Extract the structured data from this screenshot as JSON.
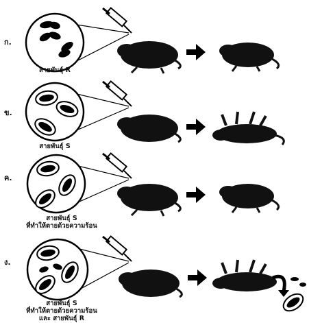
{
  "panels": [
    {
      "marker": "ก.",
      "caption_lines": [
        "สายพันธุ์ R"
      ],
      "bacteria_type": "R",
      "outcome": "alive"
    },
    {
      "marker": "ข.",
      "caption_lines": [
        "สายพันธุ์ S"
      ],
      "bacteria_type": "S",
      "outcome": "dead"
    },
    {
      "marker": "ค.",
      "caption_lines": [
        "สายพันธุ์ S",
        "ที่ทำให้ตายด้วยความร้อน"
      ],
      "bacteria_type": "S-heat-killed",
      "outcome": "alive"
    },
    {
      "marker": "ง.",
      "caption_lines": [
        "สายพันธุ์ S",
        "ที่ทำให้ตายด้วยความร้อน",
        "และ สายพันธุ์ R"
      ],
      "bacteria_type": "S-heat-killed+R",
      "outcome": "dead-with-S-recovered"
    }
  ]
}
